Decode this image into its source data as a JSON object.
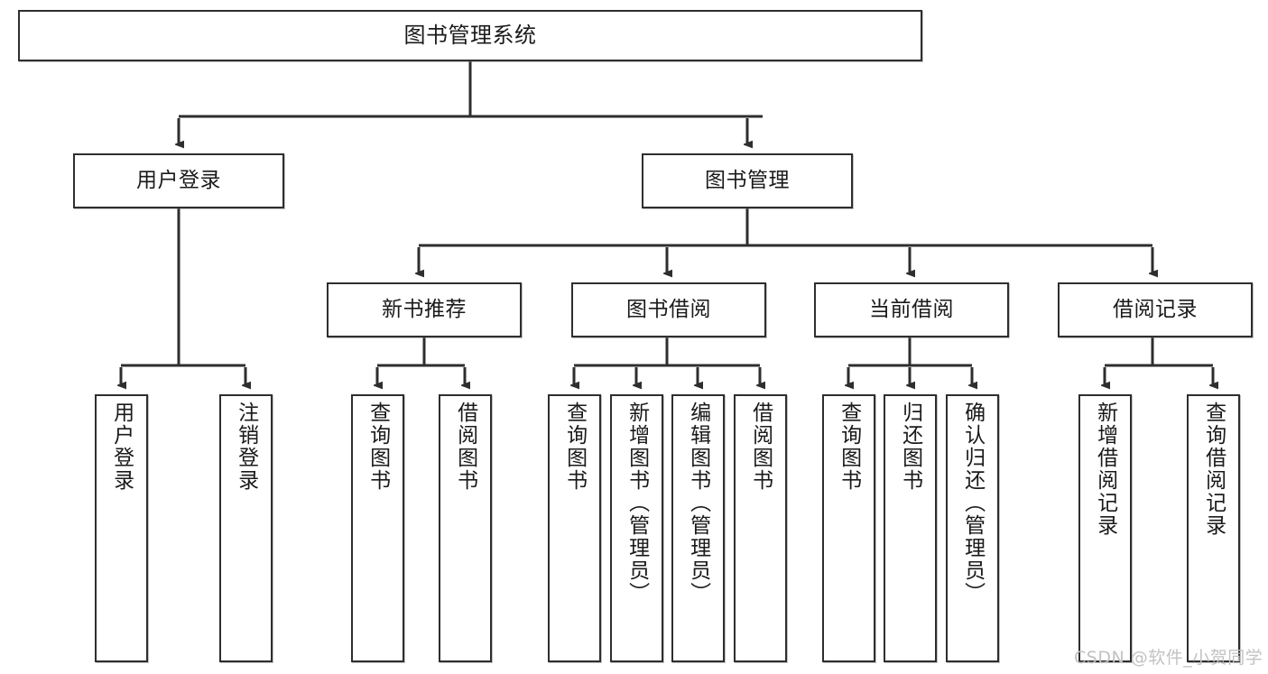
{
  "diagram": {
    "title": "图书管理系统",
    "type": "tree-hierarchy",
    "orientation": "top-down"
  },
  "root": {
    "label": "图书管理系统"
  },
  "level1": [
    {
      "label": "用户登录"
    },
    {
      "label": "图书管理"
    }
  ],
  "level2": [
    {
      "label": "新书推荐"
    },
    {
      "label": "图书借阅"
    },
    {
      "label": "当前借阅"
    },
    {
      "label": "借阅记录"
    }
  ],
  "leaves": {
    "user_login": [
      {
        "label": "用户登录"
      },
      {
        "label": "注销登录"
      }
    ],
    "new_book_recommend": [
      {
        "label": "查询图书"
      },
      {
        "label": "借阅图书"
      }
    ],
    "book_borrow": [
      {
        "label": "查询图书"
      },
      {
        "label": "新增图书（管理员）"
      },
      {
        "label": "编辑图书（管理员）"
      },
      {
        "label": "借阅图书"
      }
    ],
    "current_borrow": [
      {
        "label": "查询图书"
      },
      {
        "label": "归还图书"
      },
      {
        "label": "确认归还（管理员）"
      }
    ],
    "borrow_records": [
      {
        "label": "新增借阅记录"
      },
      {
        "label": "查询借阅记录"
      }
    ]
  },
  "watermark": {
    "text": "CSDN @软件_小贺同学",
    "color": "#c2c2c2"
  },
  "colors": {
    "background": "#ffffff",
    "border": "#2e2e2e",
    "connector": "#2e2e2e",
    "text": "#1a1a1a"
  }
}
